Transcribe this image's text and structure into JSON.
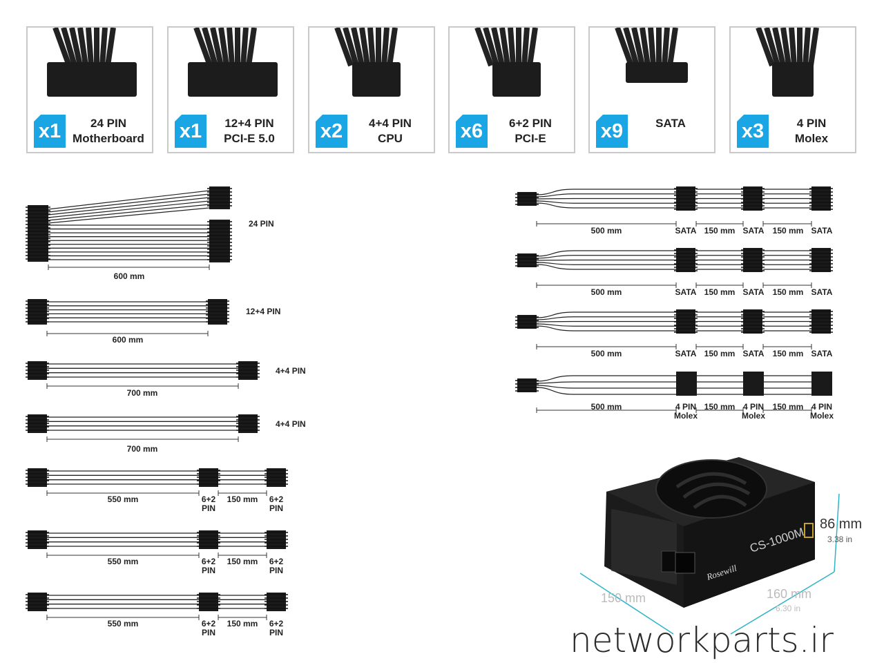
{
  "connectors": [
    {
      "qty": "x1",
      "line1": "24 PIN",
      "line2": "Motherboard"
    },
    {
      "qty": "x1",
      "line1": "12+4 PIN",
      "line2": "PCI-E 5.0"
    },
    {
      "qty": "x2",
      "line1": "4+4 PIN",
      "line2": "CPU"
    },
    {
      "qty": "x6",
      "line1": "6+2 PIN",
      "line2": "PCI-E"
    },
    {
      "qty": "x9",
      "line1": "SATA",
      "line2": ""
    },
    {
      "qty": "x3",
      "line1": "4 PIN",
      "line2": "Molex"
    }
  ],
  "left_cables": [
    {
      "type": "24pin",
      "label": "24 PIN",
      "lengths": [
        "600 mm"
      ]
    },
    {
      "type": "12+4",
      "label": "12+4 PIN",
      "lengths": [
        "600 mm"
      ]
    },
    {
      "type": "4+4",
      "label": "4+4 PIN",
      "lengths": [
        "700 mm"
      ]
    },
    {
      "type": "4+4",
      "label": "4+4 PIN",
      "lengths": [
        "700 mm"
      ]
    },
    {
      "type": "6+2",
      "end_label": [
        "6+2",
        "PIN"
      ],
      "lengths": [
        "550 mm",
        "150 mm"
      ]
    },
    {
      "type": "6+2",
      "end_label": [
        "6+2",
        "PIN"
      ],
      "lengths": [
        "550 mm",
        "150 mm"
      ]
    },
    {
      "type": "6+2",
      "end_label": [
        "6+2",
        "PIN"
      ],
      "lengths": [
        "550 mm",
        "150 mm"
      ]
    }
  ],
  "right_cables": [
    {
      "type": "sata",
      "end_label": [
        "SATA"
      ],
      "lengths": [
        "500 mm",
        "150 mm",
        "150 mm"
      ]
    },
    {
      "type": "sata",
      "end_label": [
        "SATA"
      ],
      "lengths": [
        "500 mm",
        "150 mm",
        "150 mm"
      ]
    },
    {
      "type": "sata",
      "end_label": [
        "SATA"
      ],
      "lengths": [
        "500 mm",
        "150 mm",
        "150 mm"
      ]
    },
    {
      "type": "molex",
      "end_label": [
        "4 PIN",
        "Molex"
      ],
      "lengths": [
        "500 mm",
        "150 mm",
        "150 mm"
      ]
    }
  ],
  "psu": {
    "brand": "Rosewill",
    "model": "CS-1000M",
    "height_mm": "86 mm",
    "height_in": "3.38 in",
    "width_mm": "150 mm",
    "depth_mm": "160 mm",
    "depth_in": "6.30 in",
    "dimension_color": "#2bb3c8"
  },
  "watermark": "networkparts.ir",
  "colors": {
    "accent": "#1aa6e4",
    "tile_border": "#c9c9c9"
  }
}
